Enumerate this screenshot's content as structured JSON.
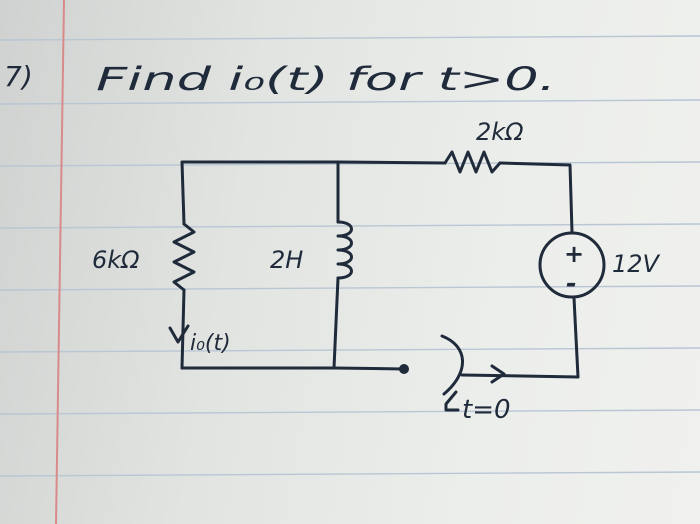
{
  "problem": {
    "number": "7)",
    "prompt": "Find i₀(t) for t>0."
  },
  "circuit": {
    "resistor_top": "2kΩ",
    "resistor_left": "6kΩ",
    "inductor": "2H",
    "source": {
      "value": "12V",
      "plus": "+",
      "minus": "-"
    },
    "current_label": "i₀(t)",
    "switch_label": "t=0"
  },
  "colors": {
    "ink": "#1f2a3a",
    "margin_line": "#d98a8a",
    "rule_line": "#b9c6d4"
  }
}
